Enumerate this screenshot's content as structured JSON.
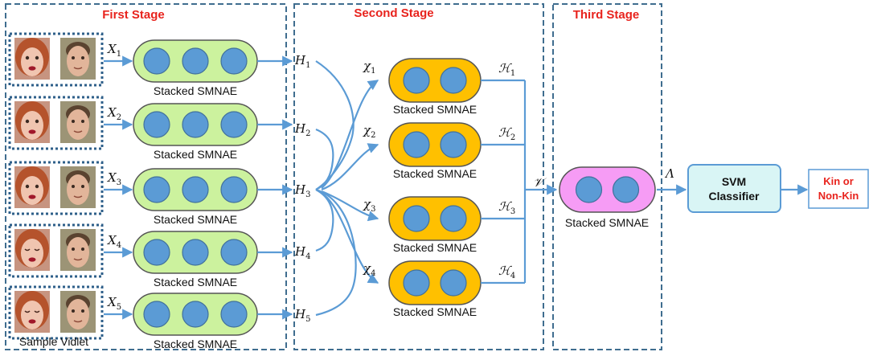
{
  "stages": {
    "first": "First Stage",
    "second": "Second Stage",
    "third": "Third Stage"
  },
  "stacked_label": "Stacked SMNAE",
  "sample_label": "Sample Vidlet",
  "inputs": [
    {
      "base": "X",
      "sub": "1"
    },
    {
      "base": "X",
      "sub": "2"
    },
    {
      "base": "X",
      "sub": "3"
    },
    {
      "base": "X",
      "sub": "4"
    },
    {
      "base": "X",
      "sub": "5"
    }
  ],
  "hidden": [
    {
      "base": "H",
      "sub": "1"
    },
    {
      "base": "H",
      "sub": "2"
    },
    {
      "base": "H",
      "sub": "3"
    },
    {
      "base": "H",
      "sub": "4"
    },
    {
      "base": "H",
      "sub": "5"
    }
  ],
  "chi": [
    {
      "base": "χ",
      "sub": "1"
    },
    {
      "base": "χ",
      "sub": "2"
    },
    {
      "base": "χ",
      "sub": "3"
    },
    {
      "base": "χ",
      "sub": "4"
    }
  ],
  "second_outputs": [
    {
      "base": "ℋ",
      "sub": "1"
    },
    {
      "base": "ℋ",
      "sub": "2"
    },
    {
      "base": "ℋ",
      "sub": "3"
    },
    {
      "base": "ℋ",
      "sub": "4"
    }
  ],
  "v_symbol": "𝒱",
  "lambda_symbol": "Λ",
  "svm": {
    "line1": "SVM",
    "line2": "Classifier"
  },
  "output": {
    "line1": "Kin or",
    "line2": "Non-Kin"
  },
  "colors": {
    "stage1_pill": "#ccf29e",
    "stage2_pill": "#ffc000",
    "stage3_pill": "#f69cf5",
    "node": "#5b9bd5",
    "arrow": "#5b9bd5",
    "svm_fill": "#d9f5f5",
    "title_red": "#e8231d"
  },
  "faces": [
    {
      "left": "female-face",
      "right": "male-face",
      "left_eyes": "open"
    },
    {
      "left": "female-face",
      "right": "male-face",
      "left_eyes": "open"
    },
    {
      "left": "female-face",
      "right": "male-face",
      "left_eyes": "open"
    },
    {
      "left": "female-face",
      "right": "male-face",
      "left_eyes": "closed"
    },
    {
      "left": "female-face",
      "right": "male-face",
      "left_eyes": "closed"
    }
  ]
}
